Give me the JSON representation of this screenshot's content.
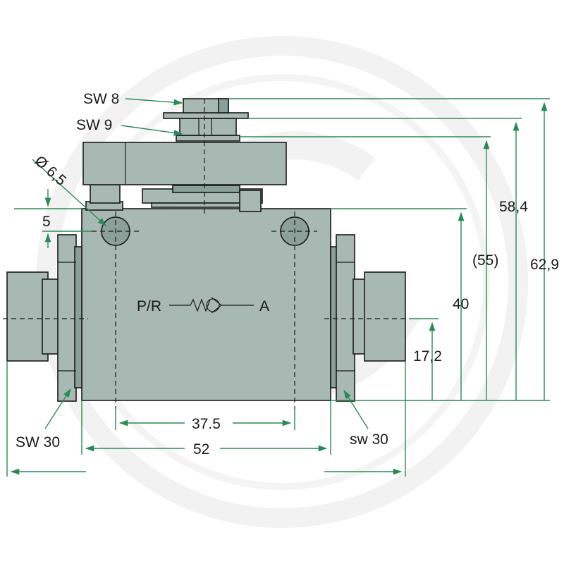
{
  "drawing": {
    "labels": {
      "sw8": "SW 8",
      "sw9": "SW 9",
      "dia": "Ø 6,5",
      "five": "5",
      "pr": "P/R",
      "a": "A",
      "forty": "40",
      "fiftyfive": "(55)",
      "fiftyeightfour": "58,4",
      "sixtytwonine": "62,9",
      "seventeentwo": "17,2",
      "thirtysevenfive": "37.5",
      "fiftytwo": "52",
      "sw30_left": "SW 30",
      "sw30_right": "sw 30"
    },
    "colors": {
      "part_fill": "#a8b8b2",
      "part_dark": "#8aa098",
      "dimension": "#2a8a55",
      "watermark": "#f1f1f1"
    }
  }
}
